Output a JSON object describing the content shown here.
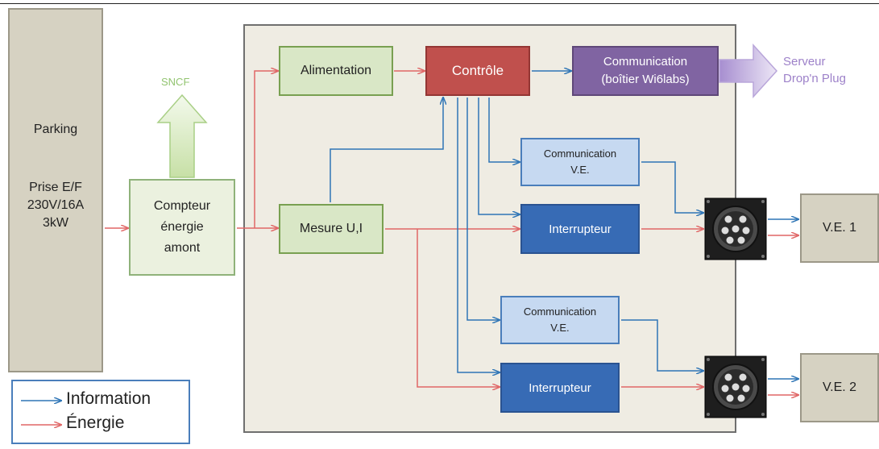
{
  "parking": {
    "title": "Parking",
    "spec": "Prise E/F\n230V/16A\n3kW"
  },
  "compteur": {
    "label": "Compteur\nénergie\namont"
  },
  "sncf": {
    "label": "SNCF"
  },
  "alimentation": {
    "label": "Alimentation"
  },
  "controle": {
    "label": "Contrôle"
  },
  "communication_box": {
    "label": "Communication\n(boîtier Wi6labs)"
  },
  "server": {
    "label": "Serveur\nDrop'n Plug"
  },
  "mesure": {
    "label": "Mesure U,I"
  },
  "comm_ve_1": {
    "label": "Communication\nV.E."
  },
  "interrupteur_1": {
    "label": "Interrupteur"
  },
  "comm_ve_2": {
    "label": "Communication\nV.E."
  },
  "interrupteur_2": {
    "label": "Interrupteur"
  },
  "ve1": {
    "label": "V.E. 1"
  },
  "ve2": {
    "label": "V.E. 2"
  },
  "legend": {
    "information": "Information",
    "energie": "Énergie"
  },
  "colors": {
    "information": "#2e75b6",
    "energie": "#e06666",
    "controle": "#c0504d",
    "communication": "#8064a2",
    "interrupteur": "#376bb5"
  }
}
